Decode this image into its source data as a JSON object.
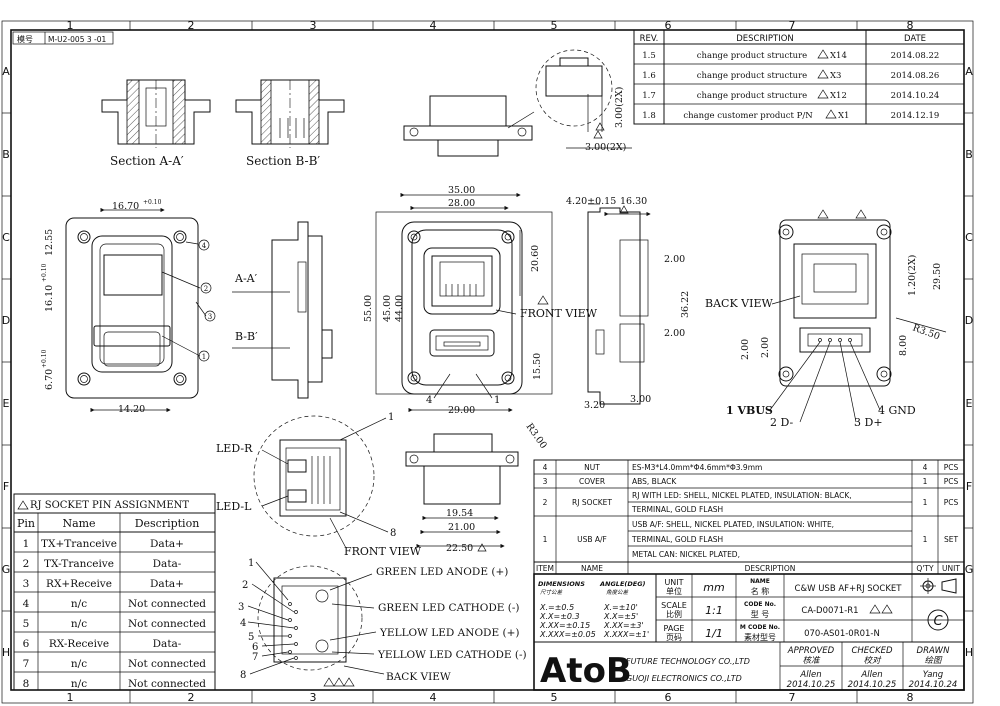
{
  "drawing_id": "M-U2-005 3 -01",
  "drawing_id_label": "模号",
  "border": {
    "cols": [
      "1",
      "2",
      "3",
      "4",
      "5",
      "6",
      "7",
      "8"
    ],
    "rows": [
      "A",
      "B",
      "C",
      "D",
      "E",
      "F",
      "G",
      "H"
    ]
  },
  "revisions": {
    "headers": [
      "REV.",
      "DESCRIPTION",
      "DATE"
    ],
    "rows": [
      {
        "rev": "1.5",
        "desc": "change product structure",
        "mark": "X14",
        "date": "2014.08.22"
      },
      {
        "rev": "1.6",
        "desc": "change product structure",
        "mark": "X3",
        "date": "2014.08.26"
      },
      {
        "rev": "1.7",
        "desc": "change product structure",
        "mark": "X12",
        "date": "2014.10.24"
      },
      {
        "rev": "1.8",
        "desc": "change customer product P/N",
        "mark": "X1",
        "date": "2014.12.19"
      }
    ]
  },
  "views": {
    "section_a": "Section A-A′",
    "section_b": "Section B-B′",
    "front_view": "FRONT VIEW",
    "back_view": "BACK VIEW",
    "back_view_2": "BACK VIEW",
    "front_view_2": "FRONT VIEW",
    "a_a": "A-A′",
    "b_b": "B-B′",
    "led_r": "LED-R",
    "led_l": "LED-L"
  },
  "dims": {
    "d1": "16.70",
    "d1_tol": "+0.10",
    "d2": "12.55",
    "d3": "16.10",
    "d3_tol": "+0.10",
    "d4": "6.70",
    "d4_tol": "+0.10",
    "d5": "14.20",
    "d6": "35.00",
    "d7": "28.00",
    "d8": "20.60",
    "d9": "55.00",
    "d10": "45.00",
    "d11": "44.00",
    "d12": "15.50",
    "d13": "29.00",
    "d14": "R3.00",
    "d15": "4.20±0.15",
    "d16": "16.30",
    "d17": "2.00",
    "d18": "36.22",
    "d19": "2.00",
    "d20": "3.20",
    "d21": "3.00",
    "d22": "1.20(2X)",
    "d23": "29.50",
    "d24": "R3.50",
    "d25": "8.00",
    "d26": "2.00",
    "d27": "2.00",
    "d28": "3.00(2X)",
    "d29": "3.00(2X)",
    "d30": "19.54",
    "d31": "21.00",
    "d32": "22.50",
    "n4": "4",
    "n1": "1",
    "n1b": "1",
    "n8": "8"
  },
  "usb_pins": {
    "p1": "1 VBUS",
    "p2": "2 D-",
    "p3": "3 D+",
    "p4": "4 GND"
  },
  "callouts": [
    "1",
    "2",
    "3",
    "4"
  ],
  "pin_assignment": {
    "title": "RJ SOCKET PIN ASSIGNMENT",
    "headers": [
      "Pin",
      "Name",
      "Description"
    ],
    "rows": [
      {
        "pin": "1",
        "name": "TX+Tranceive",
        "desc": "Data+"
      },
      {
        "pin": "2",
        "name": "TX-Tranceive",
        "desc": "Data-"
      },
      {
        "pin": "3",
        "name": "RX+Receive",
        "desc": "Data+"
      },
      {
        "pin": "4",
        "name": "n/c",
        "desc": "Not connected"
      },
      {
        "pin": "5",
        "name": "n/c",
        "desc": "Not connected"
      },
      {
        "pin": "6",
        "name": "RX-Receive",
        "desc": "Data-"
      },
      {
        "pin": "7",
        "name": "n/c",
        "desc": "Not connected"
      },
      {
        "pin": "8",
        "name": "n/c",
        "desc": "Not connected"
      }
    ]
  },
  "led_labels": [
    "GREEN LED ANODE (+)",
    "GREEN LED CATHODE (-)",
    "YELLOW LED ANODE (+)",
    "YELLOW LED CATHODE (-)"
  ],
  "pin_numbers": [
    "1",
    "2",
    "3",
    "4",
    "5",
    "6",
    "7",
    "8"
  ],
  "bom": {
    "headers": [
      "ITEM",
      "NAME",
      "DESCRIPTION",
      "Q'TY",
      "UNIT"
    ],
    "rows": [
      {
        "item": "4",
        "name": "NUT",
        "desc": [
          "ES-M3*L4.0mm*Φ4.6mm*Φ3.9mm"
        ],
        "qty": "4",
        "unit": "PCS"
      },
      {
        "item": "3",
        "name": "COVER",
        "desc": [
          "ABS, BLACK"
        ],
        "qty": "1",
        "unit": "PCS"
      },
      {
        "item": "2",
        "name": "RJ SOCKET",
        "desc": [
          "RJ WITH LED: SHELL, NICKEL PLATED, INSULATION: BLACK,",
          "TERMINAL, GOLD FLASH"
        ],
        "qty": "1",
        "unit": "PCS"
      },
      {
        "item": "1",
        "name": "USB A/F",
        "desc": [
          "USB A/F: SHELL, NICKEL PLATED, INSULATION: WHITE,",
          "TERMINAL, GOLD FLASH",
          "METAL CAN: NICKEL PLATED,"
        ],
        "qty": "1",
        "unit": "SET"
      }
    ]
  },
  "title_block": {
    "dimensions_label": "DIMENSIONS",
    "dimensions_sub": "尺寸公差",
    "angle_label": "ANGLE(DEG)",
    "angle_sub": "角度公差",
    "tolerances": [
      {
        "dim": "X.=±0.5",
        "ang": "X.=±10'"
      },
      {
        "dim": "X.X=±0.3",
        "ang": "X.X=±5'"
      },
      {
        "dim": "X.XX=±0.15",
        "ang": "X.XX=±3'"
      },
      {
        "dim": "X.XXX=±0.05",
        "ang": "X.XXX=±1'"
      }
    ],
    "unit_label": "UNIT",
    "unit_sub": "单位",
    "unit_value": "mm",
    "scale_label": "SCALE",
    "scale_sub": "比例",
    "scale_value": "1:1",
    "page_label": "PAGE",
    "page_sub": "页码",
    "page_value": "1/1",
    "name_label": "NAME",
    "name_sub": "名   称",
    "name_value": "C&W USB AF+RJ SOCKET",
    "code_label": "CODE No.",
    "code_sub": "型   号",
    "code_value": "CA-D0071-R1",
    "mcode_label": "M CODE No.",
    "mcode_sub": "素材型号",
    "mcode_value": "070-AS01-0R01-N",
    "logo": "AtoB",
    "company1": "FUTURE TECHNOLOGY CO.,LTD",
    "company2": "GUOJI ELECTRONICS CO.,LTD",
    "approved_label": "APPROVED",
    "approved_sub": "核准",
    "approved_name": "Allen",
    "approved_date": "2014.10.25",
    "checked_label": "CHECKED",
    "checked_sub": "校对",
    "checked_name": "Allen",
    "checked_date": "2014.10.25",
    "drawn_label": "DRAWN",
    "drawn_sub": "绘图",
    "drawn_name": "Yang",
    "drawn_date": "2014.10.24",
    "copyright": "C"
  }
}
